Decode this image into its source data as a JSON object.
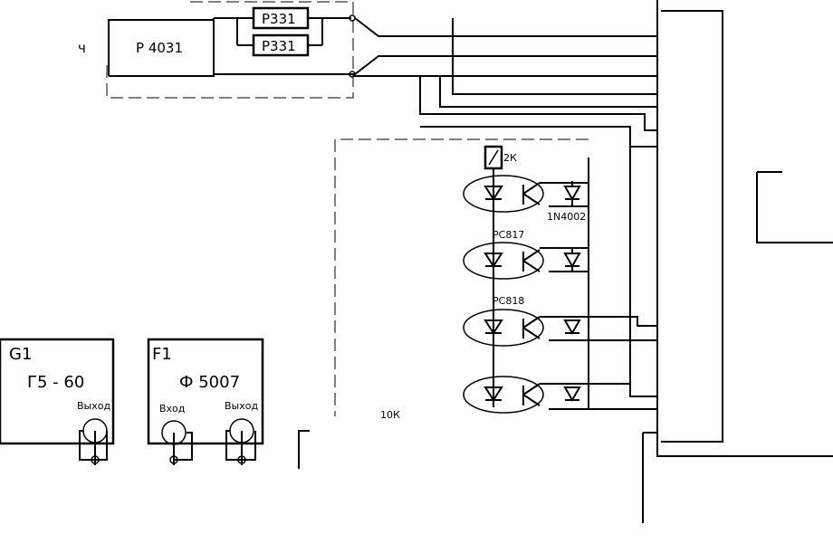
{
  "relays": {
    "top": "Р331",
    "bottom": "Р331"
  },
  "left_fragment": {
    "a": "ч",
    "b": "Р 4031"
  },
  "coil_label": "2К",
  "diode_label": "1N4002",
  "opto_labels": {
    "first": "PC817",
    "second": "PC818"
  },
  "cut_label": "10К",
  "g1": {
    "id": "G1",
    "model": "Г5 - 60",
    "out": "Выход"
  },
  "f1": {
    "id": "F1",
    "model": "Ф 5007",
    "in": "Вход",
    "out": "Выход"
  }
}
